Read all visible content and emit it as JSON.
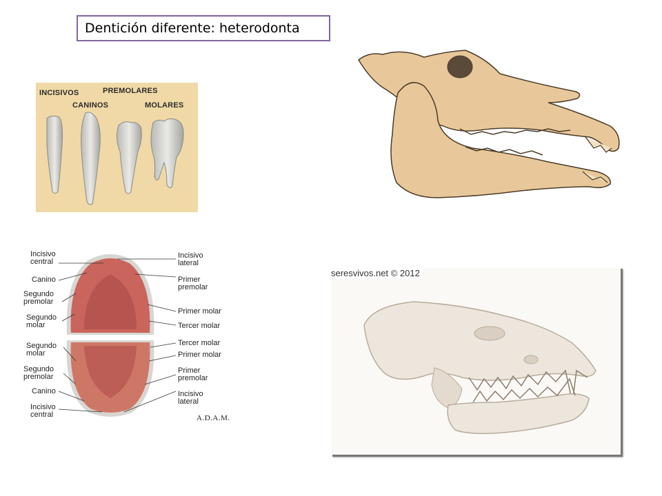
{
  "title": "Dentición diferente: heterodonta",
  "tooth_types_image": {
    "labels": {
      "incisivos": "INCISIVOS",
      "premolares": "PREMOLARES",
      "caninos": "CANINOS",
      "molares": "MOLARES"
    }
  },
  "dental_arch_diagram": {
    "left_labels": [
      "Incisivo\ncentral",
      "Canino",
      "Segundo\npremolar",
      "Segundo\nmolar",
      "Segundo\nmolar",
      "Segundo\npremolar",
      "Canino",
      "Incisivo\ncentral"
    ],
    "right_labels": [
      "Incisivo\nlateral",
      "Primer\npremolar",
      "Primer molar",
      "Tercer molar",
      "Tercer molar",
      "Primer molar",
      "Primer\npremolar",
      "Incisivo\nlateral"
    ],
    "logo": "A.D.A.M."
  },
  "carnivore_skull_image": {
    "credit": "seresvivos.net © 2012"
  },
  "colors": {
    "title_border": "#8064a2",
    "bone": "#e8c89a",
    "tooth_panel_bg": "#f0d9a6"
  }
}
